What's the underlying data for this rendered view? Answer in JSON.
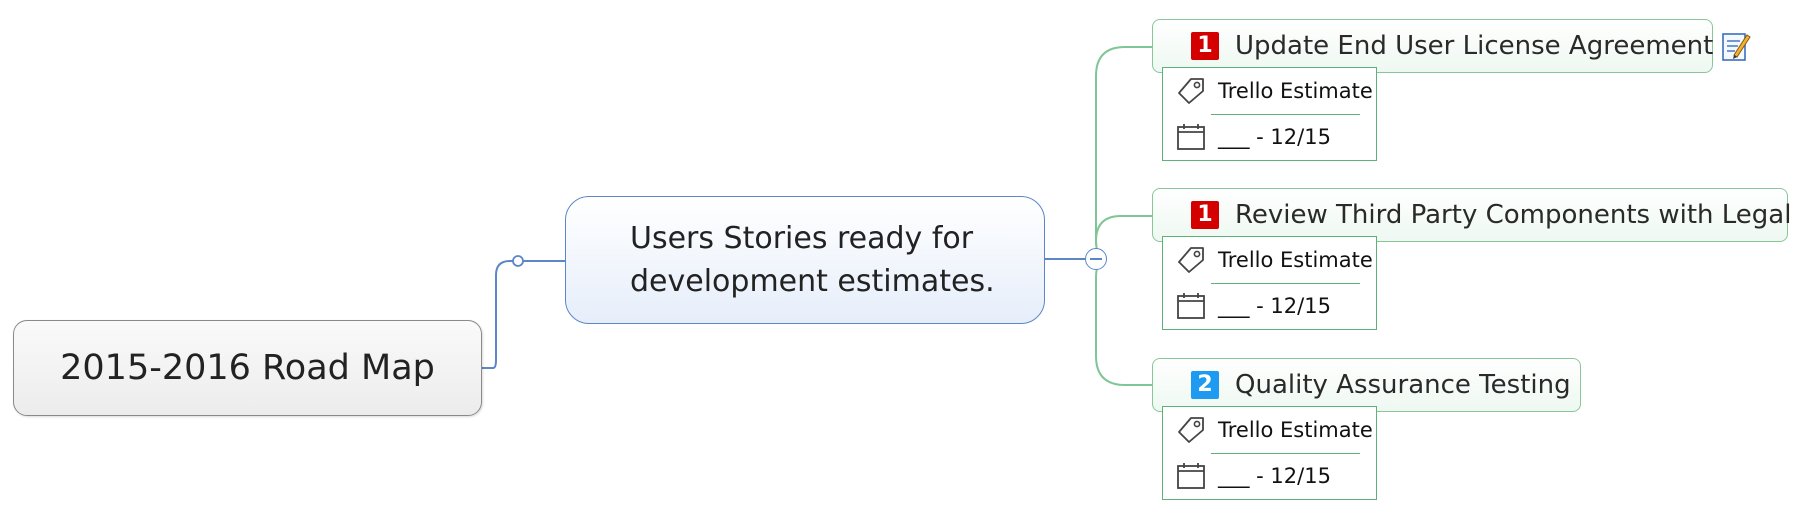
{
  "root": {
    "label": "2015-2016 Road Map"
  },
  "branch": {
    "label": "Users Stories ready for\ndevelopment estimates."
  },
  "tasks": [
    {
      "priority": "1",
      "priority_color": "#d40000",
      "label": "Update End User License Agreement",
      "estimate_label": "Trello Estimate",
      "date_range": "___ - 12/15",
      "has_notes": true
    },
    {
      "priority": "1",
      "priority_color": "#d40000",
      "label": "Review Third Party Components with Legal",
      "estimate_label": "Trello Estimate",
      "date_range": "___ - 12/15",
      "has_notes": false
    },
    {
      "priority": "2",
      "priority_color": "#1e9bf0",
      "label": "Quality Assurance Testing",
      "estimate_label": "Trello Estimate",
      "date_range": "___ - 12/15",
      "has_notes": false
    }
  ],
  "colors": {
    "root_border": "#8a8a8a",
    "branch_border": "#5b87c6",
    "task_border": "#88c79a",
    "connector_green": "#7fc595"
  },
  "icons": {
    "tag": "tag-icon",
    "calendar": "calendar-icon",
    "notes": "notes-icon",
    "collapse": "collapse-icon"
  }
}
